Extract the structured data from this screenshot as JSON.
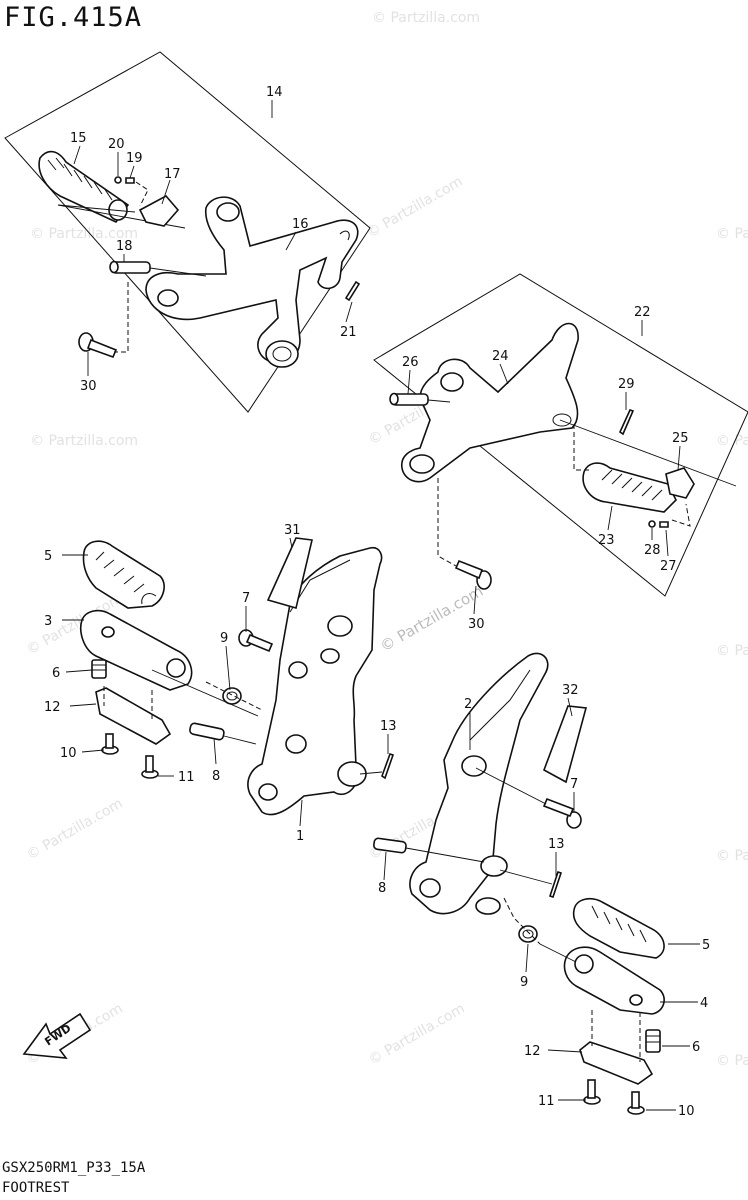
{
  "figure": {
    "title": "FIG.415A",
    "code": "GSX250RM1_P33_15A",
    "name": "FOOTREST",
    "fwd_label": "FWD"
  },
  "watermark": {
    "text": "© Partzilla.com"
  },
  "callouts": {
    "c1": "1",
    "c2": "2",
    "c3": "3",
    "c4": "4",
    "c5a": "5",
    "c5b": "5",
    "c6a": "6",
    "c6b": "6",
    "c7a": "7",
    "c7b": "7",
    "c8a": "8",
    "c8b": "8",
    "c9a": "9",
    "c9b": "9",
    "c10a": "10",
    "c10b": "10",
    "c11a": "11",
    "c11b": "11",
    "c12a": "12",
    "c12b": "12",
    "c13a": "13",
    "c13b": "13",
    "c14": "14",
    "c15": "15",
    "c16": "16",
    "c17": "17",
    "c18": "18",
    "c19": "19",
    "c20": "20",
    "c21": "21",
    "c22": "22",
    "c23": "23",
    "c24": "24",
    "c25": "25",
    "c26": "26",
    "c27": "27",
    "c28": "28",
    "c29": "29",
    "c30a": "30",
    "c30b": "30",
    "c31": "31",
    "c32": "32"
  }
}
